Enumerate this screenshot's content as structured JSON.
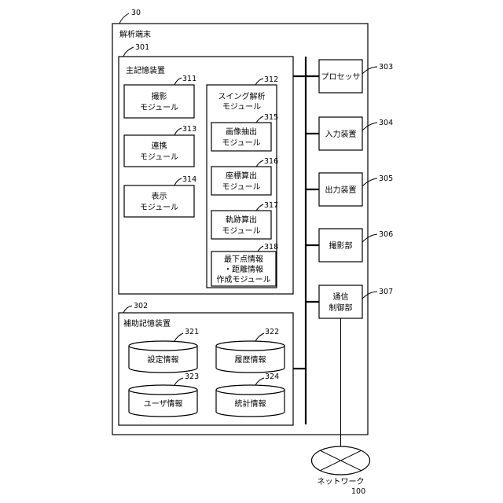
{
  "terminal": {
    "ref": "30",
    "title": "解析端末"
  },
  "main_memory": {
    "ref": "301",
    "title": "主記憶装置",
    "modules": {
      "m311": {
        "ref": "311",
        "line1": "撮影",
        "line2": "モジュール"
      },
      "m313": {
        "ref": "313",
        "line1": "連携",
        "line2": "モジュール"
      },
      "m314": {
        "ref": "314",
        "line1": "表示",
        "line2": "モジュール"
      }
    },
    "swing": {
      "ref": "312",
      "line1": "スイング解析",
      "line2": "モジュール",
      "sub": {
        "m315": {
          "ref": "315",
          "line1": "画像抽出",
          "line2": "モジュール"
        },
        "m316": {
          "ref": "316",
          "line1": "座標算出",
          "line2": "モジュール"
        },
        "m317": {
          "ref": "317",
          "line1": "軌跡算出",
          "line2": "モジュール"
        },
        "m318": {
          "ref": "318",
          "line1": "最下点情報",
          "line2": "・距離情報",
          "line3": "作成モジュール"
        }
      }
    }
  },
  "aux_memory": {
    "ref": "302",
    "title": "補助記憶装置",
    "stores": {
      "s321": {
        "ref": "321",
        "label": "設定情報"
      },
      "s322": {
        "ref": "322",
        "label": "履歴情報"
      },
      "s323": {
        "ref": "323",
        "label": "ユーザ情報"
      },
      "s324": {
        "ref": "324",
        "label": "統計情報"
      }
    }
  },
  "components": {
    "processor": {
      "ref": "303",
      "label": "プロセッサ"
    },
    "input": {
      "ref": "304",
      "label": "入力装置"
    },
    "output": {
      "ref": "305",
      "label": "出力装置"
    },
    "camera": {
      "ref": "306",
      "label": "撮影部"
    },
    "comm": {
      "ref": "307",
      "line1": "通信",
      "line2": "制御部"
    }
  },
  "network": {
    "ref": "100",
    "label": "ネットワーク"
  }
}
